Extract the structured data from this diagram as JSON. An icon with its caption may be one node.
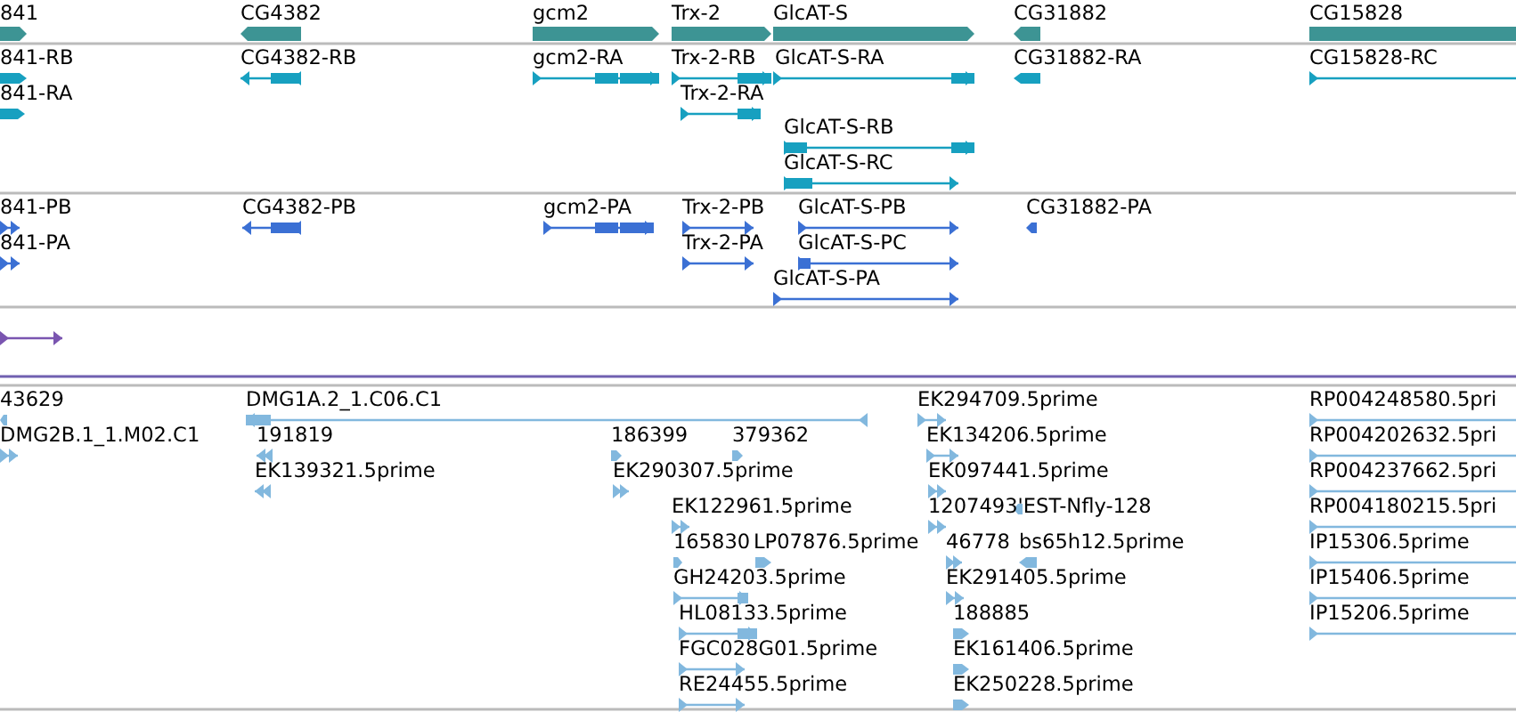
{
  "diagram": {
    "labels": [
      "841",
      "CG4382",
      "gcm2",
      "Trx-2",
      "GlcAT-S",
      "CG31882",
      "CG15828",
      "841-RB",
      "CG4382-RB",
      "gcm2-RA",
      "Trx-2-RB",
      "GlcAT-S-RA",
      "CG31882-RA",
      "CG15828-RC",
      "841-RA",
      "Trx-2-RA",
      "GlcAT-S-RB",
      "GlcAT-S-RC",
      "841-PB",
      "CG4382-PB",
      "gcm2-PA",
      "Trx-2-PB",
      "GlcAT-S-PB",
      "CG31882-PA",
      "841-PA",
      "Trx-2-PA",
      "GlcAT-S-PC",
      "GlcAT-S-PA",
      "43629",
      "DMG1A.2_1.C06.C1",
      "EK294709.5prime",
      "RP004248580.5pri",
      "DMG2B.1_1.M02.C1",
      "191819",
      "186399",
      "379362",
      "EK134206.5prime",
      "RP004202632.5pri",
      "EK139321.5prime",
      "EK290307.5prime",
      "EK097441.5prime",
      "RP004237662.5pri",
      "EK122961.5prime",
      "1207493'EST-Nfly-128",
      "RP004180215.5pri",
      "165830",
      "LP07876.5prime",
      "46778",
      "bs65h12.5prime",
      "IP15306.5prime",
      "GH24203.5prime",
      "EK291405.5prime",
      "IP15406.5prime",
      "HL08133.5prime",
      "188885",
      "IP15206.5prime",
      "FGC028G01.5prime",
      "EK161406.5prime",
      "RE24455.5prime",
      "EK250228.5prime"
    ]
  }
}
